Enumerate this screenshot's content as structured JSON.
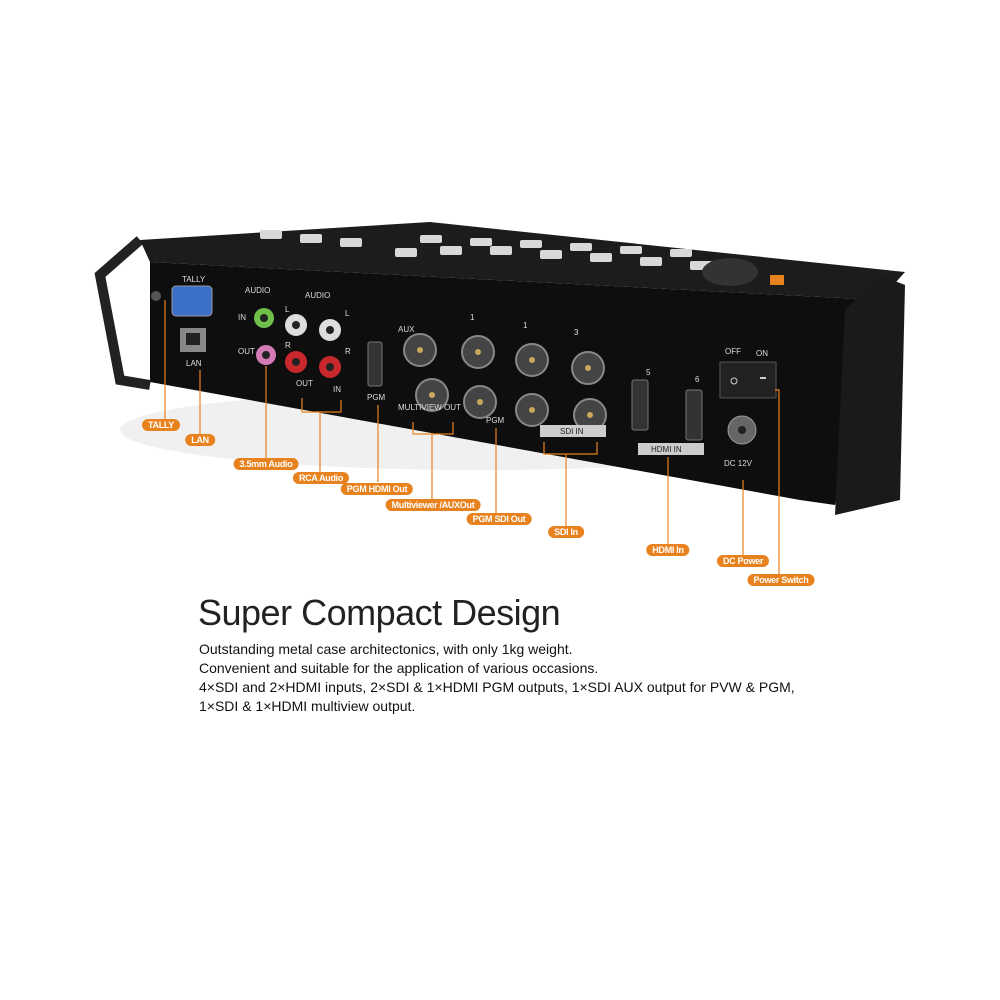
{
  "device_panel_labels": {
    "tally": "TALLY",
    "audio_left": "AUDIO",
    "audio_right": "AUDIO",
    "lan": "LAN",
    "in": "IN",
    "out": "OUT",
    "rca_out": "OUT",
    "rca_in": "IN",
    "l": "L",
    "r": "R",
    "pgm_hdmi": "PGM",
    "aux": "AUX",
    "multiview_out": "MULTIVIEW OUT",
    "pgm_sdi": "PGM",
    "sdi_in": "SDI IN",
    "num1a": "1",
    "num1b": "1",
    "num3": "3",
    "num5": "5",
    "num6": "6",
    "hdmi_in": "HDMI IN",
    "off": "OFF",
    "on": "ON",
    "dc": "DC 12V"
  },
  "callouts": [
    {
      "label": "TALLY"
    },
    {
      "label": "LAN"
    },
    {
      "label": "3.5mm Audio"
    },
    {
      "label": "RCA Audio"
    },
    {
      "label": "PGM HDMI Out"
    },
    {
      "label": "Multiviewer /AUXOut"
    },
    {
      "label": "PGM SDI Out"
    },
    {
      "label": "SDI In"
    },
    {
      "label": "HDMI In"
    },
    {
      "label": "DC Power"
    },
    {
      "label": "Power Switch"
    }
  ],
  "heading": "Super Compact Design",
  "description": [
    "Outstanding metal case architectonics, with only 1kg weight.",
    "Convenient and suitable for the application of various occasions.",
    "4×SDI and 2×HDMI inputs, 2×SDI & 1×HDMI PGM outputs, 1×SDI AUX output for PVW & PGM,",
    "1×SDI & 1×HDMI multiview output."
  ],
  "colors": {
    "accent": "#e8821e",
    "device": "#111111",
    "text": "#111111"
  }
}
